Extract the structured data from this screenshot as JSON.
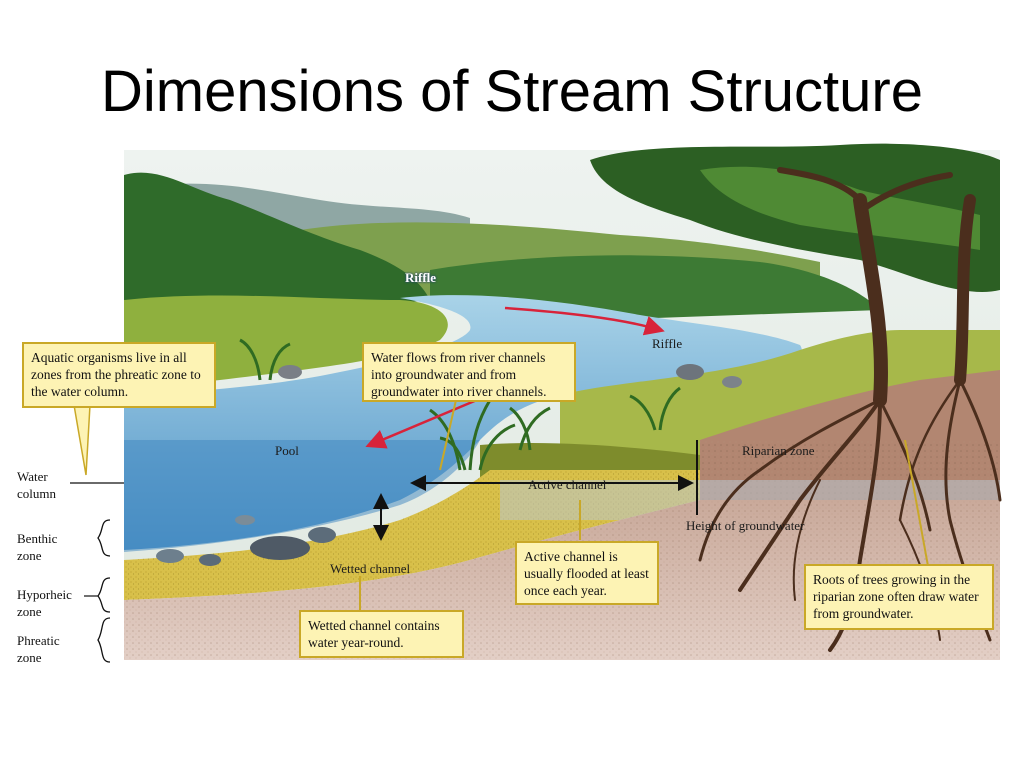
{
  "title": "Dimensions of Stream Structure",
  "labels": {
    "riffle_top": "Riffle",
    "riffle_mid": "Riffle",
    "pool": "Pool",
    "riparian_zone": "Riparian zone",
    "active_channel": "Active channel",
    "height_of_groundwater": "Height of groundwater",
    "wetted_channel": "Wetted channel"
  },
  "zones": {
    "water_column": [
      "Water",
      "column"
    ],
    "benthic": [
      "Benthic",
      "zone"
    ],
    "hyporheic": [
      "Hyporheic",
      "zone"
    ],
    "phreatic": [
      "Phreatic",
      "zone"
    ]
  },
  "callouts": {
    "aquatic": "Aquatic organisms live in all zones from the phreatic zone to the water column.",
    "water_flows": "Water flows from river channels into groundwater and from groundwater into river channels.",
    "active_channel": "Active channel is usually flooded at least once each year.",
    "wetted_channel": "Wetted channel contains water year-round.",
    "roots": "Roots of trees growing in the riparian zone often draw water from groundwater."
  }
}
